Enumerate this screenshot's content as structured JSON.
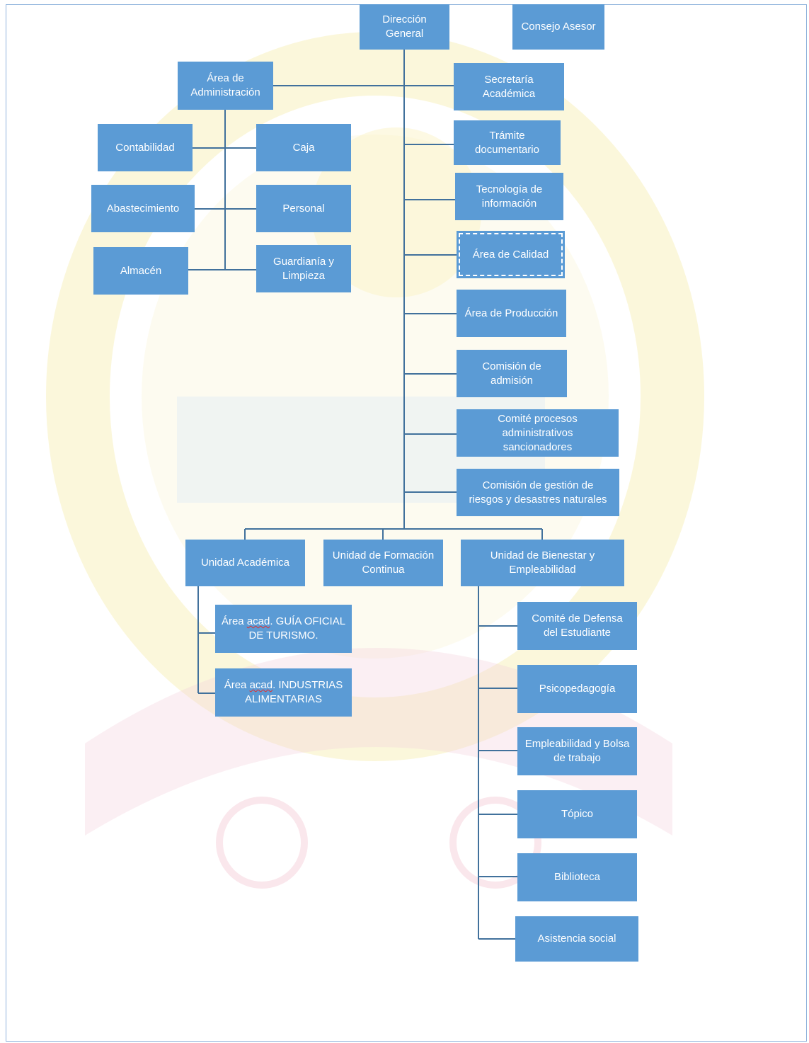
{
  "org_chart": {
    "nodes": {
      "direccion_general": "Dirección\nGeneral",
      "consejo_asesor": "Consejo Asesor",
      "area_administracion": "Área de\nAdministración",
      "contabilidad": "Contabilidad",
      "caja": "Caja",
      "abastecimiento": "Abastecimiento",
      "personal": "Personal",
      "almacen": "Almacén",
      "guardiania": "Guardianía y\nLimpieza",
      "secretaria_academica": "Secretaría\nAcadémica",
      "tramite_documentario": "Trámite\ndocumentario",
      "tecnologia_informacion": "Tecnología de\ninformación",
      "area_calidad": "Área de Calidad",
      "area_produccion": "Área de Producción",
      "comision_admision": "Comisión de\nadmisión",
      "comite_procesos": "Comité procesos\nadministrativos\nsancionadores",
      "comision_riesgos": "Comisión de gestión de\nriesgos y desastres naturales",
      "unidad_academica": "Unidad Académica",
      "unidad_formacion": "Unidad de Formación\nContinua",
      "unidad_bienestar": "Unidad de Bienestar y\nEmpleabilidad",
      "area_guia_pre": "Área ",
      "area_guia_acad": "acad",
      "area_guia_post": ". GUÍA OFICIAL\nDE TURISMO.",
      "area_industrias_pre": "Área ",
      "area_industrias_acad": "acad",
      "area_industrias_post": ". INDUSTRIAS\nALIMENTARIAS",
      "comite_defensa": "Comité de Defensa\ndel Estudiante",
      "psicopedagogia": "Psicopedagogía",
      "empleabilidad_bolsa": "Empleabilidad y Bolsa\nde trabajo",
      "topico": "Tópico",
      "biblioteca": "Biblioteca",
      "asistencia_social": "Asistencia social"
    }
  },
  "colors": {
    "box_fill": "#5b9bd5",
    "connector": "#41719c",
    "text": "#ffffff"
  }
}
